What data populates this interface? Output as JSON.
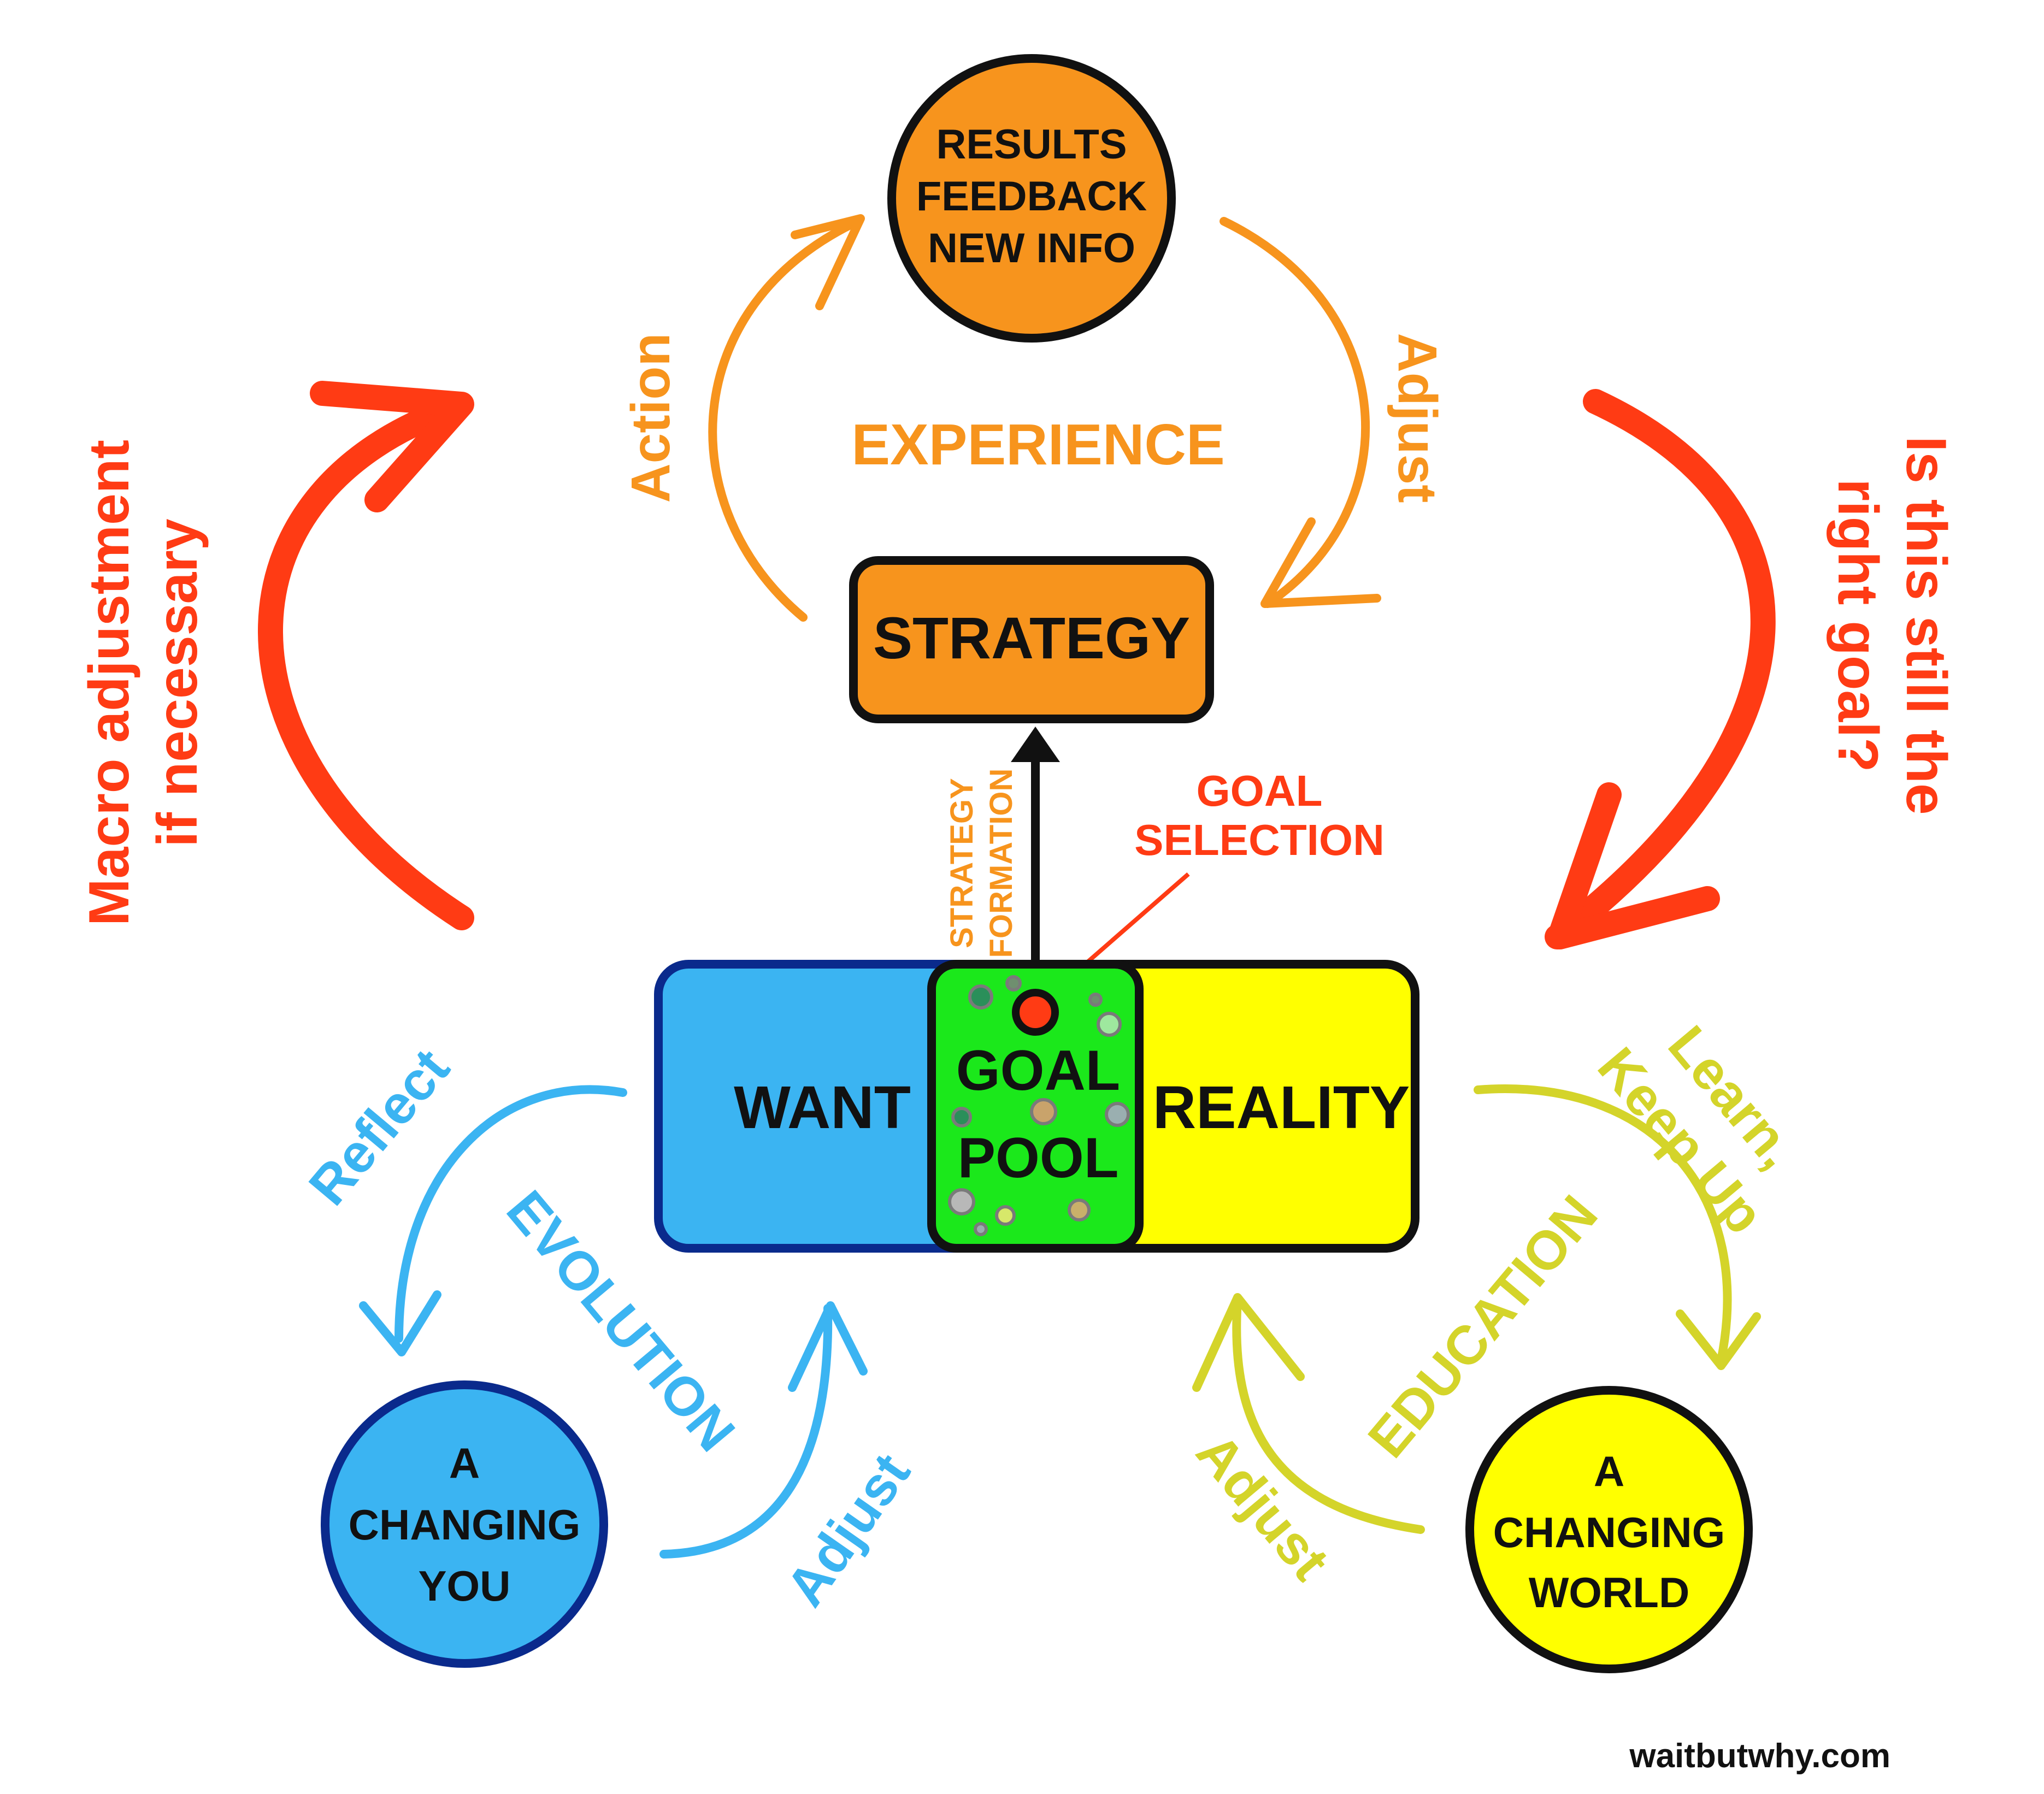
{
  "colors": {
    "orange": "#F7941D",
    "orange_fill": "#F7941D",
    "red": "#FF3B14",
    "blue": "#3BB4F2",
    "blue_dark": "#0A2A8C",
    "yellow": "#FFFF00",
    "olive": "#D4D42A",
    "green": "#1BE81B",
    "black": "#111111"
  },
  "results": {
    "line1": "RESULTS",
    "line2": "FEEDBACK",
    "line3": "NEW INFO"
  },
  "experience": "EXPERIENCE",
  "action": "Action",
  "adjust_top": "Adjust",
  "strategy": "STRATEGY",
  "strategy_formation": {
    "line1": "STRATEGY",
    "line2": "FORMATION"
  },
  "goal_selection": {
    "line1": "GOAL",
    "line2": "SELECTION"
  },
  "macro": {
    "line1": "Macro adjustment",
    "line2": "if necessary"
  },
  "right_goal": {
    "line1": "Is this still the",
    "line2": "right goal?"
  },
  "want": "WANT",
  "goal_pool": {
    "line1": "GOAL",
    "line2": "POOL"
  },
  "reality": "REALITY",
  "reflect": "Reflect",
  "evolution": "EVOLUTION",
  "adjust_blue": "Adjust",
  "changing_you": {
    "line1": "A",
    "line2": "CHANGING",
    "line3": "YOU"
  },
  "learn": {
    "line1": "Learn,",
    "line2": "Keep Up"
  },
  "education": "EDUCATION",
  "adjust_yellow": "Adjust",
  "changing_world": {
    "line1": "A",
    "line2": "CHANGING",
    "line3": "WORLD"
  },
  "footer": "waitbutwhy.com"
}
